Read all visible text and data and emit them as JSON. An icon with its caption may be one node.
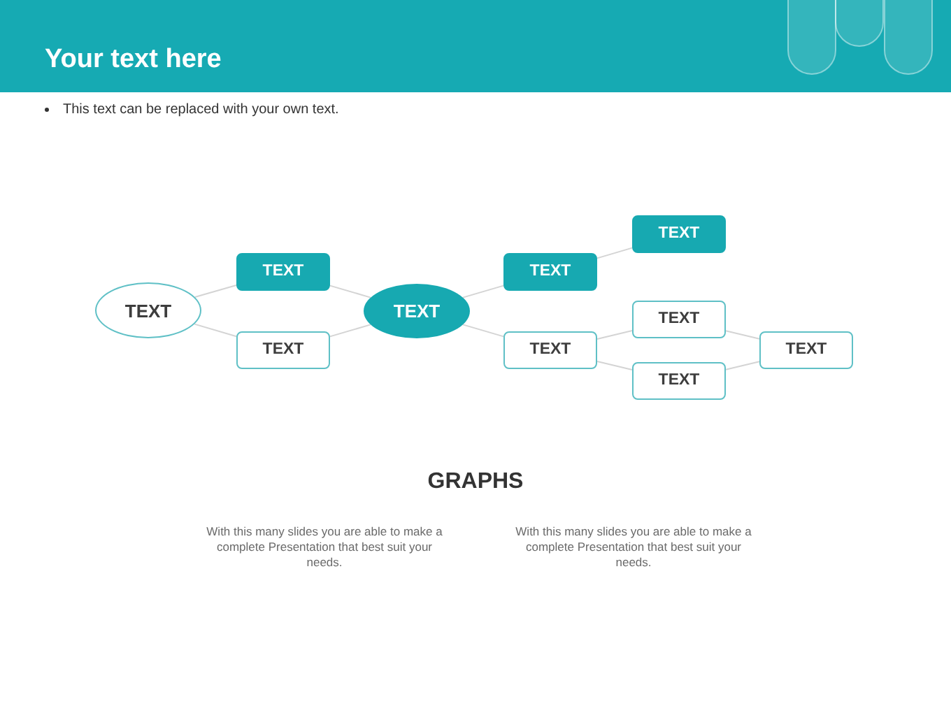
{
  "diagram": {
    "title": "Your text here",
    "nodes": [
      {
        "text": [
          "TEXT"
        ]
      },
      {
        "text": [
          "TEXT"
        ]
      },
      {
        "text": [
          "TEXT"
        ]
      },
      {
        "text": [
          "TEXT"
        ]
      },
      {
        "text": [
          "TEXT"
        ]
      },
      {
        "text": [
          "TEXT"
        ]
      },
      {
        "text": [
          "TEXT"
        ]
      },
      {
        "text": [
          "TEXT"
        ]
      },
      {
        "text": [
          "TEXT"
        ]
      },
      {
        "text": [
          "TEXT"
        ]
      }
    ],
    "edges": [
      {
        "from": 0,
        "to": 1,
        "arrow": "none"
      },
      {
        "from": 0,
        "to": 2,
        "arrow": "none"
      },
      {
        "from": 1,
        "to": 3,
        "arrow": "none"
      },
      {
        "from": 2,
        "to": 3,
        "arrow": "none"
      },
      {
        "from": 3,
        "to": 4,
        "arrow": "none"
      },
      {
        "from": 3,
        "to": 6,
        "arrow": "none"
      },
      {
        "from": 4,
        "to": 5,
        "arrow": "none"
      },
      {
        "from": 6,
        "to": 7,
        "arrow": "none"
      },
      {
        "from": 6,
        "to": 8,
        "arrow": "none"
      },
      {
        "from": 7,
        "to": 9,
        "arrow": "none"
      },
      {
        "from": 8,
        "to": 9,
        "arrow": "none"
      }
    ],
    "labels": [
      "This text can be replaced with your own text.",
      "GRAPHS",
      "With this many slides you are able to make a complete Presentation that best suit your needs.",
      "With this many slides you are able to make a complete Presentation that best suit your needs."
    ]
  }
}
